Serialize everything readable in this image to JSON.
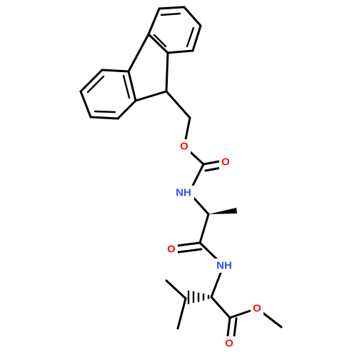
{
  "molecule": {
    "atoms": {
      "o_ether": {
        "symbol": "O",
        "color": "#ff0d0d"
      },
      "o_carbonyl1": {
        "symbol": "O",
        "color": "#ff0d0d"
      },
      "n_carbamate": {
        "symbol": "NH",
        "color": "#3050f8"
      },
      "o_amide": {
        "symbol": "O",
        "color": "#ff0d0d"
      },
      "n_amide": {
        "symbol": "NH",
        "color": "#3050f8"
      },
      "o_ester": {
        "symbol": "O",
        "color": "#ff0d0d"
      },
      "o_carbonyl2": {
        "symbol": "O",
        "color": "#ff0d0d"
      }
    },
    "bond_color": "#000000"
  }
}
